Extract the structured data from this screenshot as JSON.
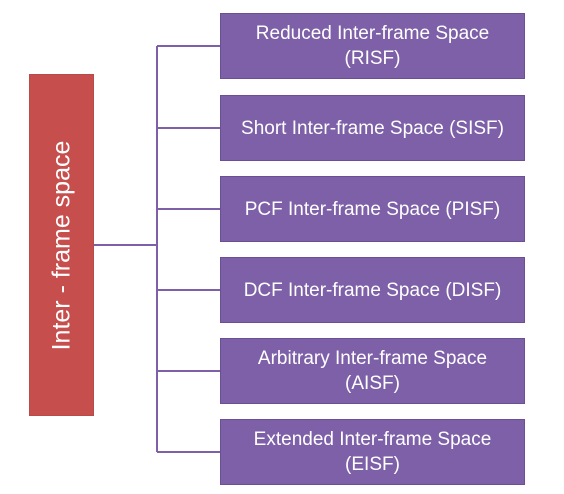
{
  "colors": {
    "root_fill": "#c64f4d",
    "child_fill": "#7d60a8",
    "connector": "#7d60a8"
  },
  "root": {
    "label": "Inter - frame space"
  },
  "children": [
    {
      "label": "Reduced Inter-frame Space (RISF)"
    },
    {
      "label": "Short Inter-frame Space (SISF)"
    },
    {
      "label": "PCF Inter-frame Space (PISF)"
    },
    {
      "label": "DCF Inter-frame Space (DISF)"
    },
    {
      "label": "Arbitrary Inter-frame Space (AISF)"
    },
    {
      "label": "Extended Inter-frame Space (EISF)"
    }
  ]
}
